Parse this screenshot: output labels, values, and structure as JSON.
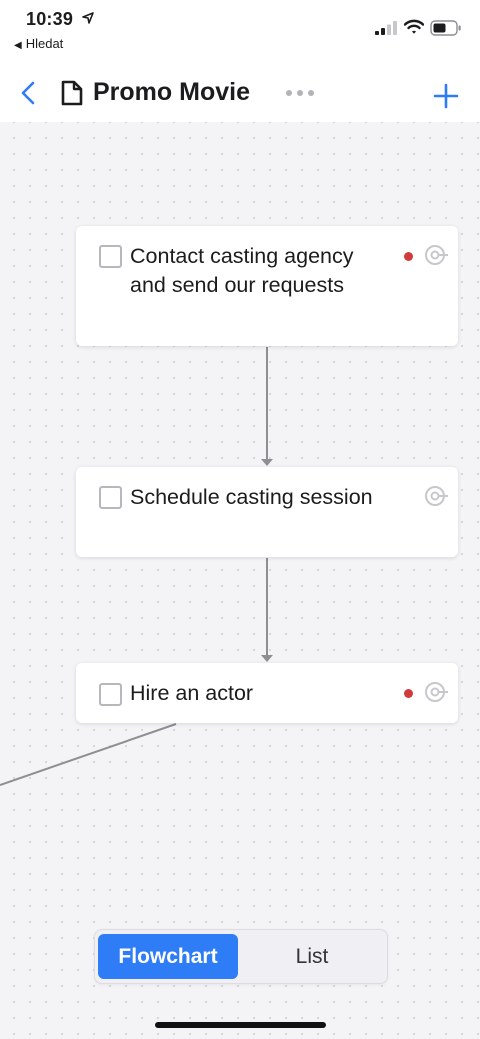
{
  "status_bar": {
    "time": "10:39",
    "back_app": "Hledat",
    "icons": [
      "location-arrow-icon",
      "cellular-signal-icon",
      "wifi-icon",
      "battery-icon"
    ]
  },
  "nav": {
    "title": "Promo Movie",
    "icons": [
      "back-chevron-icon",
      "document-icon",
      "more-dots-icon",
      "plus-icon"
    ],
    "accent_color": "#2f7df6"
  },
  "tasks": [
    {
      "label": "Contact casting agency and send our requests",
      "checked": false,
      "priority_dot": true
    },
    {
      "label": "Schedule casting session",
      "checked": false,
      "priority_dot": false
    },
    {
      "label": "Hire an actor",
      "checked": false,
      "priority_dot": true
    }
  ],
  "view_switcher": {
    "options": [
      "Flowchart",
      "List"
    ],
    "selected": "Flowchart"
  },
  "colors": {
    "priority": "#d13b3b",
    "segment_active": "#2f7df6",
    "connector": "#8e8e93"
  }
}
